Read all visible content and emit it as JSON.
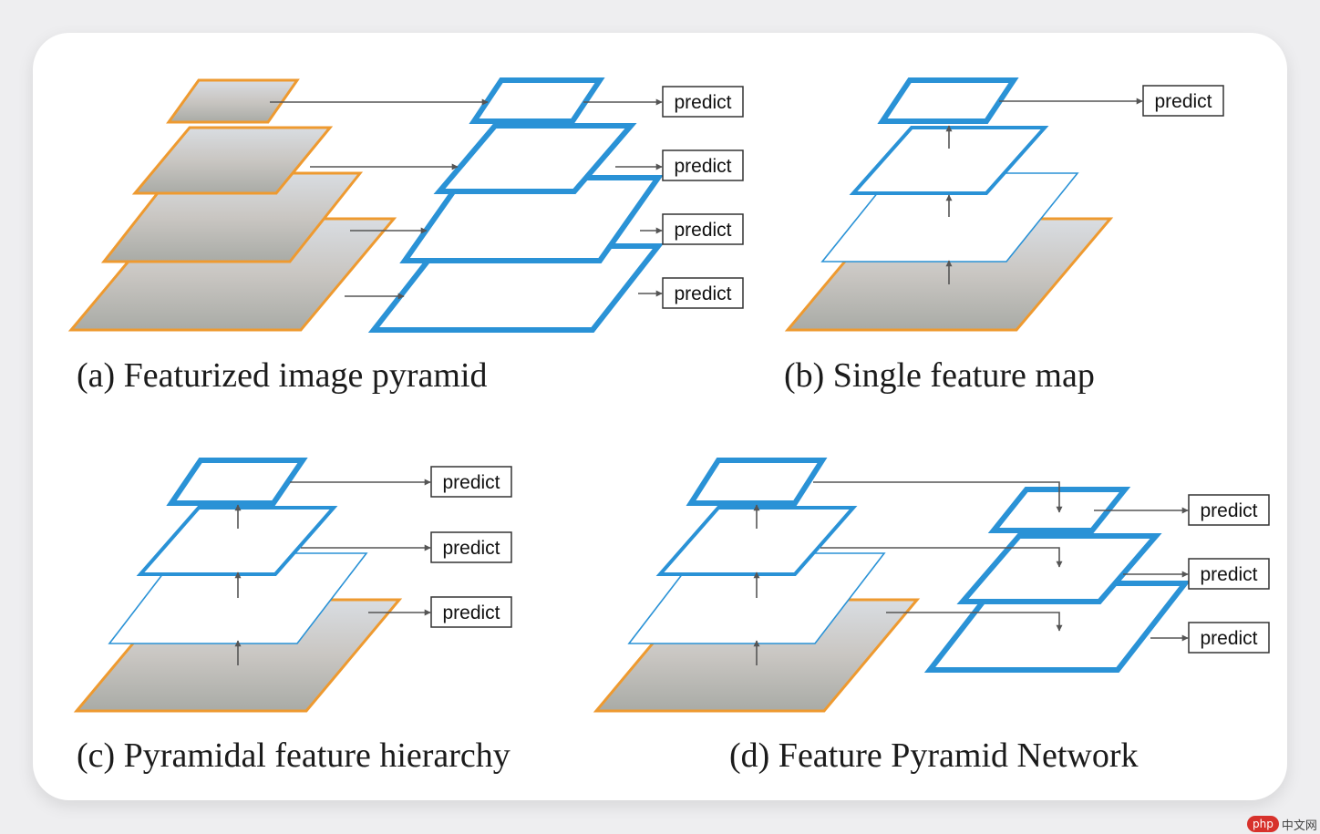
{
  "panels": [
    {
      "id": "a",
      "caption": "(a) Featurized image pyramid",
      "predict_labels": [
        "predict",
        "predict",
        "predict",
        "predict"
      ]
    },
    {
      "id": "b",
      "caption": "(b) Single feature map",
      "predict_labels": [
        "predict"
      ]
    },
    {
      "id": "c",
      "caption": "(c) Pyramidal feature hierarchy",
      "predict_labels": [
        "predict",
        "predict",
        "predict"
      ]
    },
    {
      "id": "d",
      "caption": "(d) Feature Pyramid Network",
      "predict_labels": [
        "predict",
        "predict",
        "predict"
      ]
    }
  ],
  "colors": {
    "image_border": "#ee9a30",
    "feature_map": "#2a92d6",
    "arrow": "#555555",
    "image_fill": "#b8b2aa",
    "background": "#eeeef0"
  },
  "watermark": {
    "badge": "php",
    "text": "中文网"
  }
}
